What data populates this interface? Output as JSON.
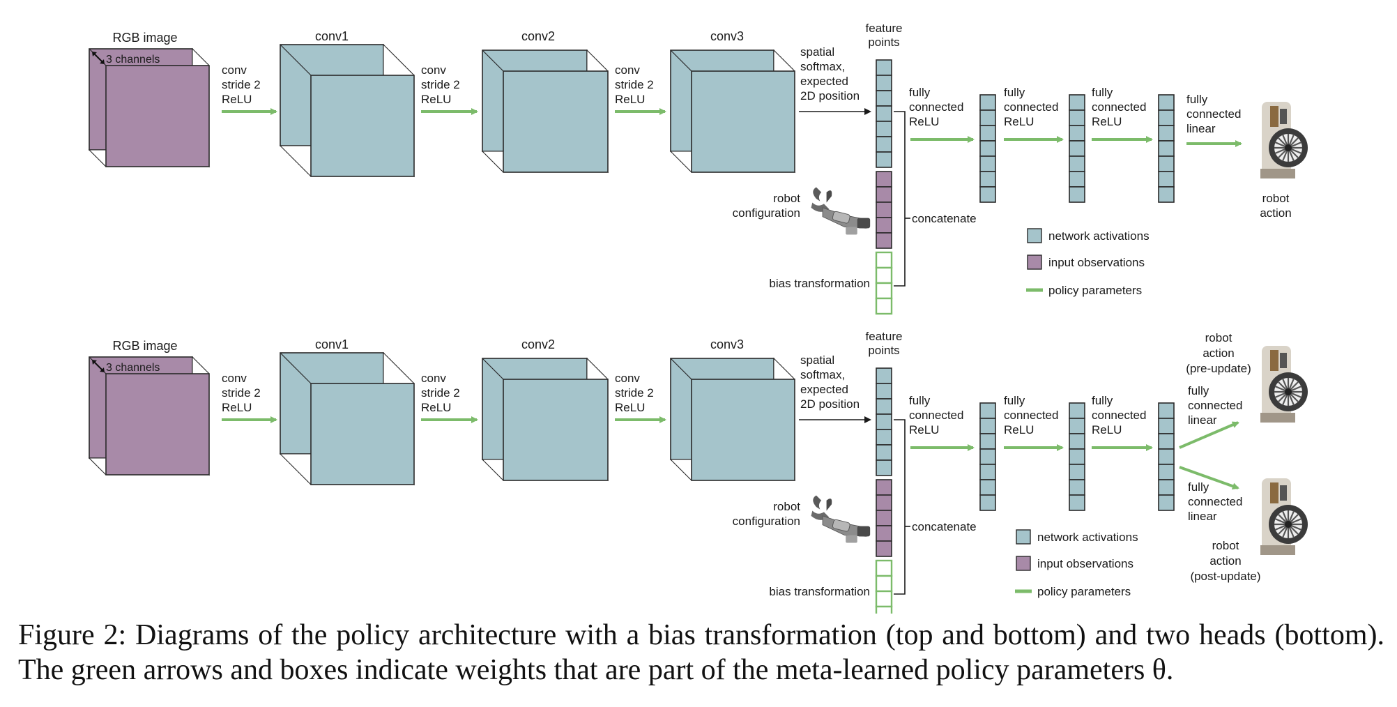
{
  "colors": {
    "activation": "#a5c4cb",
    "input": "#a88aa8",
    "policy": "#7cbb6a",
    "stroke": "#2a2a2a"
  },
  "icons": [
    "robot-arm-icon",
    "robot-gripper-icon"
  ],
  "panels": [
    {
      "rgb_label": "RGB image",
      "channels_label": "3 channels",
      "conv1_label": "conv1",
      "conv2_label": "conv2",
      "conv3_label": "conv3",
      "conv_arrow_1": [
        "conv",
        "stride 2",
        "ReLU"
      ],
      "conv_arrow_2": [
        "conv",
        "stride 2",
        "ReLU"
      ],
      "conv_arrow_3": [
        "conv",
        "stride 2",
        "ReLU"
      ],
      "softmax_label": [
        "spatial",
        "softmax,",
        "expected",
        "2D position"
      ],
      "feature_points_label": [
        "feature",
        "points"
      ],
      "robot_config_label": [
        "robot",
        "configuration"
      ],
      "bias_label": "bias transformation",
      "concatenate_label": "concatenate",
      "fc_1": [
        "fully",
        "connected",
        "ReLU"
      ],
      "fc_2": [
        "fully",
        "connected",
        "ReLU"
      ],
      "fc_3": [
        "fully",
        "connected",
        "ReLU"
      ],
      "legend": {
        "activations": "network activations",
        "inputs": "input observations",
        "policy": "policy parameters"
      }
    },
    {
      "rgb_label": "RGB image",
      "channels_label": "3 channels",
      "conv1_label": "conv1",
      "conv2_label": "conv2",
      "conv3_label": "conv3",
      "conv_arrow_1": [
        "conv",
        "stride 2",
        "ReLU"
      ],
      "conv_arrow_2": [
        "conv",
        "stride 2",
        "ReLU"
      ],
      "conv_arrow_3": [
        "conv",
        "stride 2",
        "ReLU"
      ],
      "softmax_label": [
        "spatial",
        "softmax,",
        "expected",
        "2D position"
      ],
      "feature_points_label": [
        "feature",
        "points"
      ],
      "robot_config_label": [
        "robot",
        "configuration"
      ],
      "bias_label": "bias transformation",
      "concatenate_label": "concatenate",
      "fc_1": [
        "fully",
        "connected",
        "ReLU"
      ],
      "fc_2": [
        "fully",
        "connected",
        "ReLU"
      ],
      "fc_3": [
        "fully",
        "connected",
        "ReLU"
      ],
      "legend": {
        "activations": "network activations",
        "inputs": "input observations",
        "policy": "policy parameters"
      }
    }
  ],
  "top_head": {
    "fc_label": [
      "fully",
      "connected",
      "linear"
    ],
    "action_label": [
      "robot",
      "action"
    ]
  },
  "bottom_heads": {
    "fc_upper": [
      "fully",
      "connected",
      "linear"
    ],
    "fc_lower": [
      "fully",
      "connected",
      "linear"
    ],
    "action_pre": [
      "robot",
      "action",
      "(pre-update)"
    ],
    "action_post": [
      "robot",
      "action",
      "(post-update)"
    ]
  },
  "caption": "Figure 2: Diagrams of the policy architecture with a bias transformation (top and bottom) and two heads (bottom). The green arrows and boxes indicate weights that are part of the meta-learned policy parameters θ."
}
